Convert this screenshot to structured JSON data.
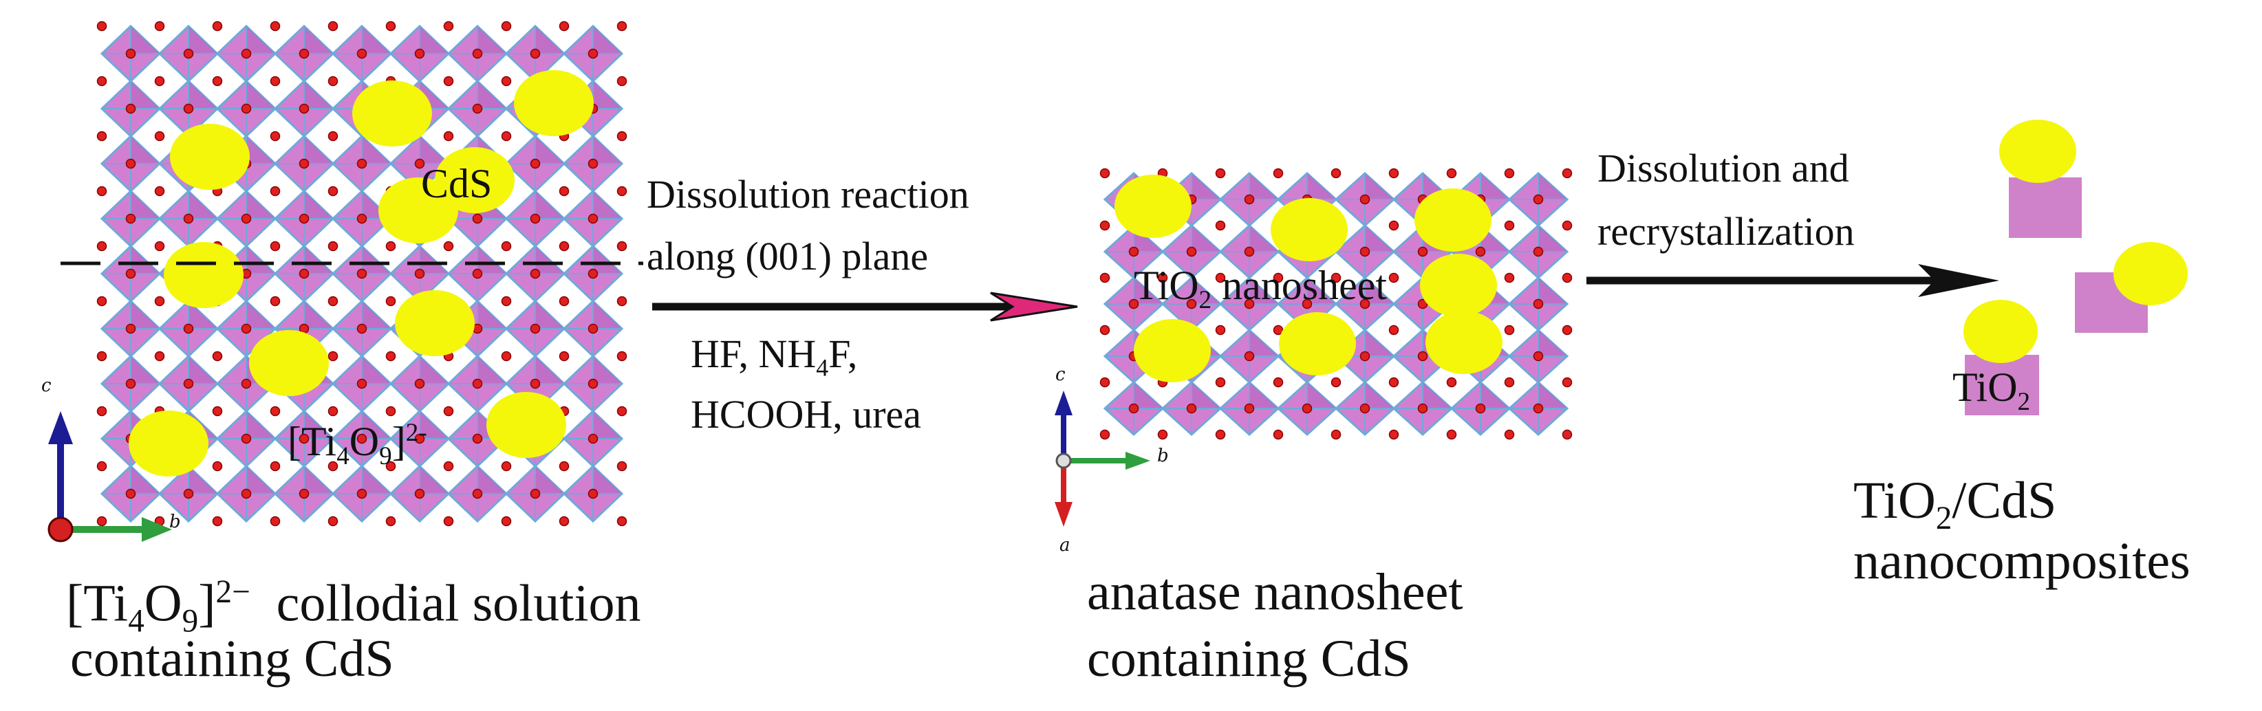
{
  "colors": {
    "octahedron": "#d27fd2",
    "octahedron_edge": "#6fa9d9",
    "octahedron_dark": "#b261bd",
    "oxygen": "#e02020",
    "cds_particle": "#f4f70a",
    "tio2_block": "#cf82c9",
    "arrow_pink": "#e0287a",
    "axis_c": "#1c1c94",
    "axis_b": "#2e9e3e",
    "axis_a": "#d42020"
  },
  "left_panel": {
    "cds_label": "CdS",
    "cluster": {
      "base": "[Ti",
      "s1": "4",
      "mid": "O",
      "s2": "9",
      "close": "]",
      "sup": "2-"
    },
    "caption": {
      "line1": {
        "base": "[Ti",
        "s1": "4",
        "mid": "O",
        "s2": "9",
        "close": "]",
        "sup": "2−",
        "rest": "  collodial solution"
      },
      "line2": "containing CdS"
    },
    "axes": {
      "c": "c",
      "b": "b"
    }
  },
  "step1": {
    "line1": "Dissolution reaction",
    "line2": "along  (001) plane",
    "reagents": {
      "line1": {
        "a": "HF, NH",
        "sub": "4",
        "b": "F,"
      },
      "line2": "HCOOH, urea"
    }
  },
  "middle_panel": {
    "nanosheet_label": {
      "a": "TiO",
      "sub": "2",
      "b": " nanosheet"
    },
    "caption": {
      "line1": "anatase nanosheet",
      "line2": "containing CdS"
    },
    "axes": {
      "c": "c",
      "b": "b",
      "a": "a"
    }
  },
  "step2": {
    "line1": "Dissolution and",
    "line2": "recrystallization"
  },
  "right_panel": {
    "tio2_label": {
      "a": "TiO",
      "sub": "2"
    },
    "caption": {
      "line1": {
        "a": "TiO",
        "sub": "2",
        "b": "/CdS"
      },
      "line2": "nanocomposites"
    }
  }
}
